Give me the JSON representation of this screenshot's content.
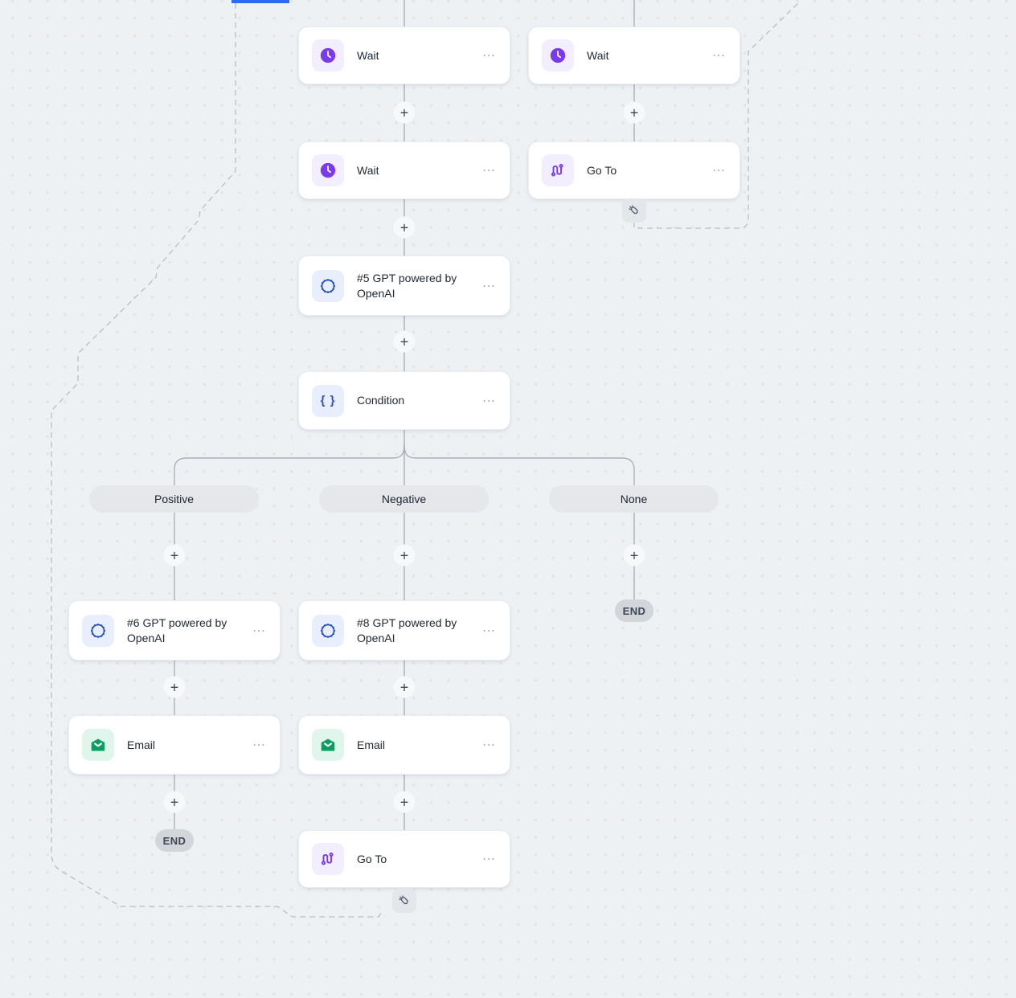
{
  "canvas": {
    "background_color": "#edf1f4",
    "dot_color": "#e8e2de",
    "solid_connector_color": "#a9b0b9",
    "dashed_connector_color": "#b8bec7",
    "selection_indicator_color": "#2e6bf2"
  },
  "workflow": {
    "nodes": [
      {
        "title": "Wait",
        "icon": "clock-icon",
        "icon_bg": "#f3eefd",
        "icon_fg": "#7c3aed"
      },
      {
        "title": "Wait",
        "icon": "clock-icon",
        "icon_bg": "#f3eefd",
        "icon_fg": "#7c3aed"
      },
      {
        "title": "Wait",
        "icon": "clock-icon",
        "icon_bg": "#f3eefd",
        "icon_fg": "#7c3aed"
      },
      {
        "title": "Go To",
        "icon": "route-icon",
        "icon_bg": "#f3eefd",
        "icon_fg": "#7c3aed"
      },
      {
        "title": "#5 GPT powered by OpenAI",
        "icon": "openai-icon",
        "icon_bg": "#e8eefb",
        "icon_fg": "#2553c4"
      },
      {
        "title": "Condition",
        "icon": "braces-icon",
        "icon_bg": "#e8eefb",
        "icon_fg": "#2553c4"
      },
      {
        "title": "#6 GPT powered by OpenAI",
        "icon": "openai-icon",
        "icon_bg": "#e8eefb",
        "icon_fg": "#2553c4"
      },
      {
        "title": "#8 GPT powered by OpenAI",
        "icon": "openai-icon",
        "icon_bg": "#e8eefb",
        "icon_fg": "#2553c4"
      },
      {
        "title": "Email",
        "icon": "mail-icon",
        "icon_bg": "#e0f6ec",
        "icon_fg": "#0d9d62"
      },
      {
        "title": "Email",
        "icon": "mail-icon",
        "icon_bg": "#e0f6ec",
        "icon_fg": "#0d9d62"
      },
      {
        "title": "Go To",
        "icon": "route-icon",
        "icon_bg": "#f3eefd",
        "icon_fg": "#7c3aed"
      }
    ],
    "branch_labels": [
      "Positive",
      "Negative",
      "None"
    ],
    "end_label": "END",
    "add_button_label": "+",
    "menu_button_label": "⋯",
    "condition_glyph": "{ }"
  }
}
